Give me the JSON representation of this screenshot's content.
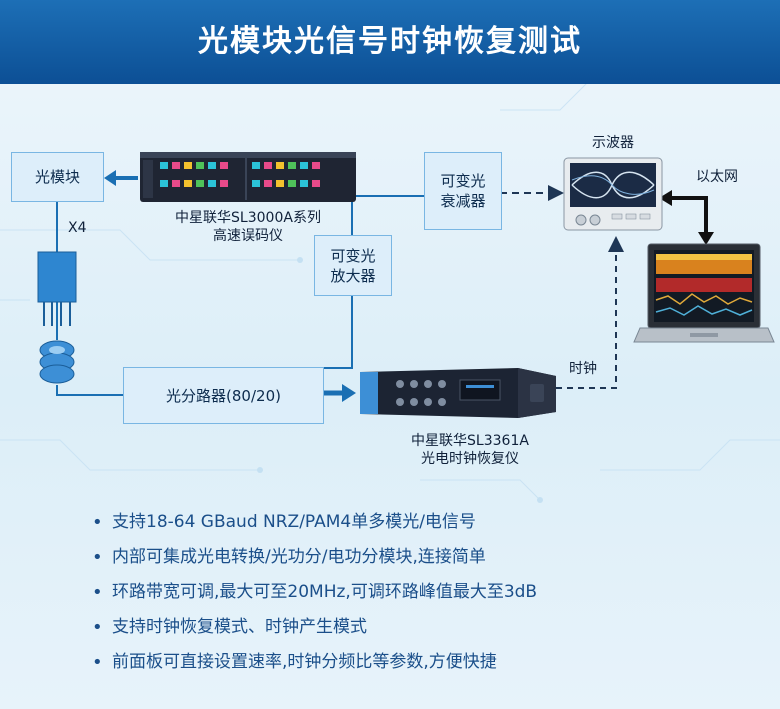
{
  "header": {
    "title": "光模块光信号时钟恢复测试"
  },
  "boxes": {
    "optical_module": "光模块",
    "vo_attenuator": "可变光\n衰减器",
    "vo_amplifier": "可变光\n放大器",
    "optical_splitter": "光分路器(80/20)"
  },
  "labels": {
    "bert": "中星联华SL3000A系列\n高速误码仪",
    "x4": "X4",
    "oscilloscope": "示波器",
    "ethernet": "以太网",
    "clock": "时钟",
    "cdr": "中星联华SL3361A\n光电时钟恢复仪"
  },
  "bullets": [
    "支持18-64 GBaud NRZ/PAM4单多模光/电信号",
    "内部可集成光电转换/光功分/电功分模块,连接简单",
    "环路带宽可调,最大可至20MHz,可调环路峰值最大至3dB",
    "支持时钟恢复模式、时钟产生模式",
    "前面板可直接设置速率,时钟分频比等参数,方便快捷"
  ],
  "colors": {
    "header": "#0c4f95",
    "line": "#1a6fb3",
    "box_fill": "#ddeefa",
    "bullet_text": "#1b4f8a"
  },
  "icons": [
    "arrow-left-icon",
    "dashed-arrow-right-icon",
    "double-arrow-icon",
    "arrow-up-icon",
    "arrow-right-icon"
  ]
}
